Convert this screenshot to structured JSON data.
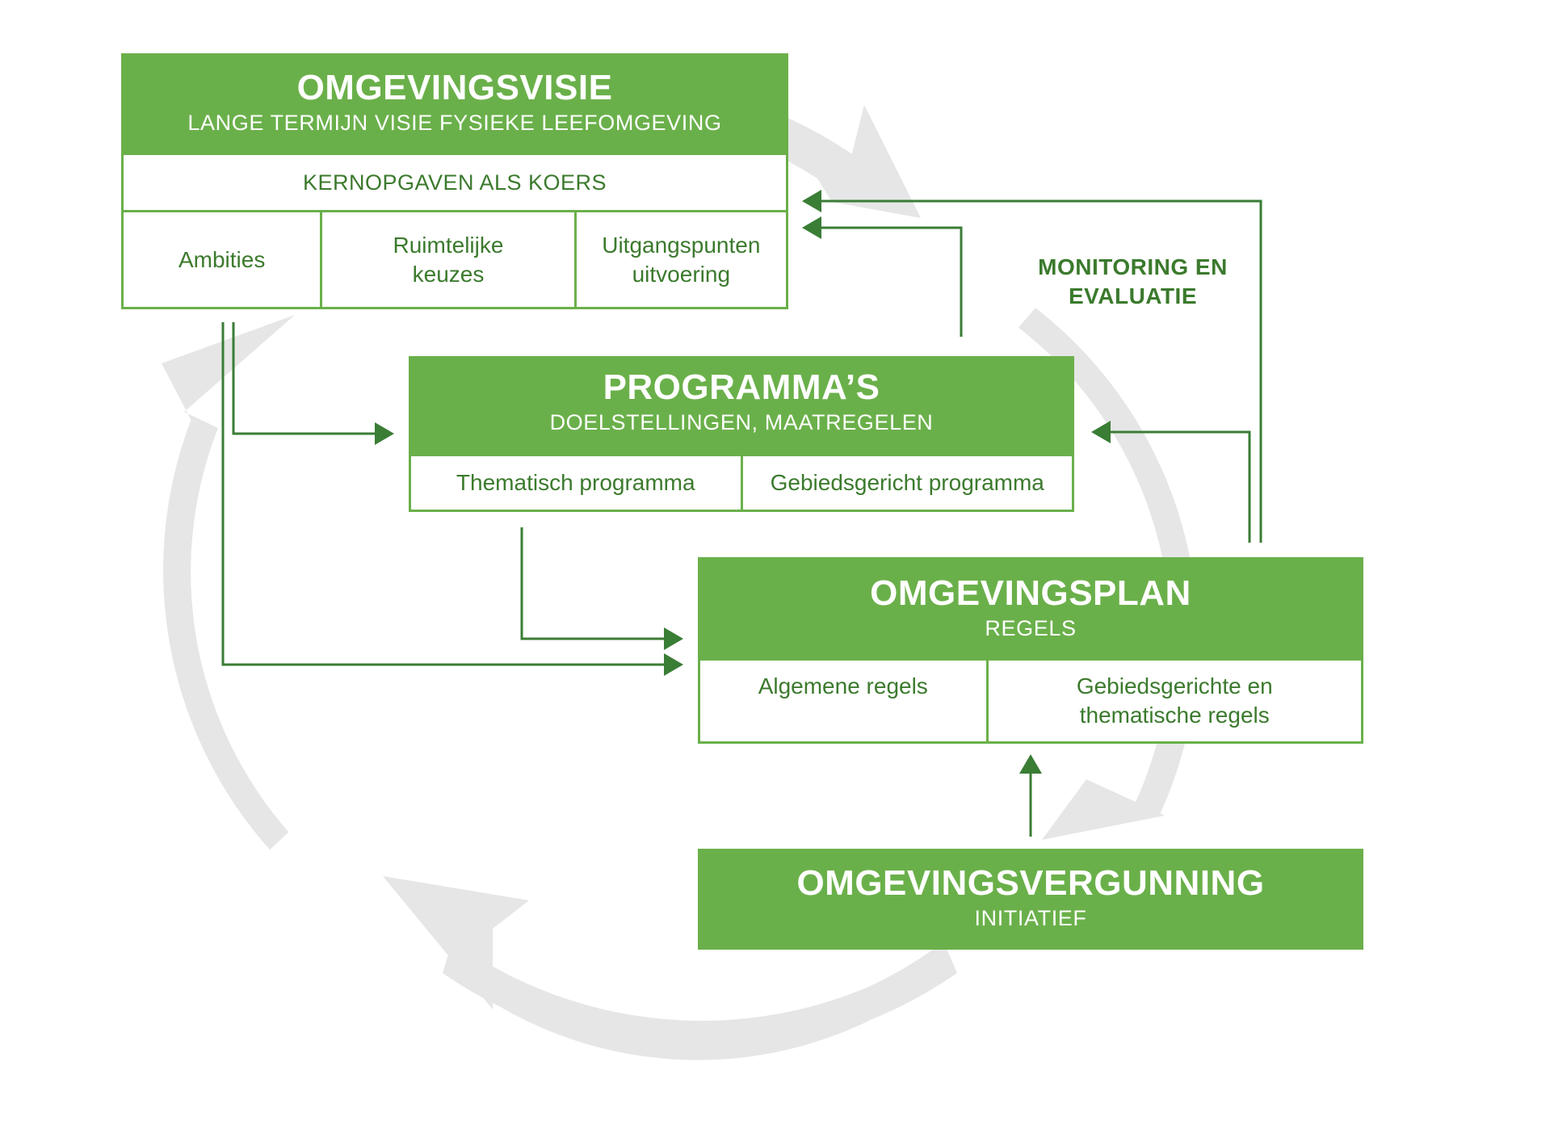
{
  "blocks": {
    "visie": {
      "title": "OMGEVINGSVISIE",
      "subtitle": "LANGE TERMIJN VISIE FYSIEKE LEEFOMGEVING",
      "band": "KERNOPGAVEN ALS KOERS",
      "cells": [
        "Ambities",
        "Ruimtelijke keuzes",
        "Uitgangspunten uitvoering"
      ]
    },
    "programmas": {
      "title": "PROGRAMMA’S",
      "subtitle": "DOELSTELLINGEN, MAATREGELEN",
      "cells": [
        "Thematisch programma",
        "Gebiedsgericht programma"
      ]
    },
    "plan": {
      "title": "OMGEVINGSPLAN",
      "subtitle": "REGELS",
      "cells": [
        "Algemene regels",
        "Gebiedsgerichte en thematische regels"
      ]
    },
    "vergunning": {
      "title": "OMGEVINGSVERGUNNING",
      "subtitle": "INITIATIEF"
    }
  },
  "feedback_label": "MONITORING EN EVALUATIE",
  "colors": {
    "box_green": "#6ab04a",
    "text_green": "#3b7a2d",
    "arrow_green": "#3a7d35",
    "cycle_gray": "#e6e6e6"
  }
}
